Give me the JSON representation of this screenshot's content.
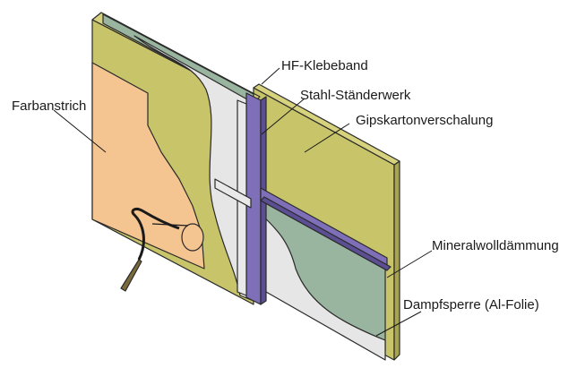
{
  "diagram": {
    "labels": {
      "paint": "Farbanstrich",
      "tape": "HF-Klebeband",
      "studs": "Stahl-Ständerwerk",
      "drywall": "Gipskartonverschalung",
      "insulation": "Mineralwolldämmung",
      "vapor_barrier": "Dampfsperre (Al-Folie)"
    },
    "colors": {
      "drywall": "#c8c46a",
      "drywall_edge": "#a9a451",
      "paint": "#f5c591",
      "insulation": "#9ab59f",
      "vapor_barrier": "#e6e6e6",
      "steel_stud": "#7f6fb8",
      "steel_stud_dark": "#5b4e93",
      "roller_handle": "#7a6a3c"
    }
  }
}
